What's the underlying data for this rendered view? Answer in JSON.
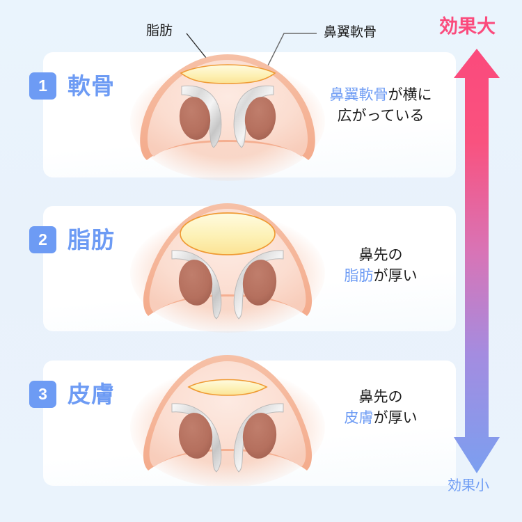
{
  "meta": {
    "background_color": "#eaf3fc",
    "card_color": "#ffffff",
    "accent_blue": "#6d9bf4",
    "accent_pink": "#fb4a7c"
  },
  "callouts": {
    "fat": "脂肪",
    "cartilage": "鼻翼軟骨"
  },
  "arrow": {
    "top_label": "効果大",
    "bottom_label": "効果小",
    "top_color": "#fb4a7c",
    "bottom_color": "#7b9ff0",
    "mid_color": "#b78be0"
  },
  "rows": [
    {
      "number": "1",
      "name": "軟骨",
      "desc_pre": "",
      "desc_highlight": "鼻翼軟骨",
      "desc_post_1": "が横に",
      "desc_post_2": "広がっている"
    },
    {
      "number": "2",
      "name": "脂肪",
      "desc_pre": "鼻先の",
      "desc_highlight": "脂肪",
      "desc_post_1": "が厚い",
      "desc_post_2": ""
    },
    {
      "number": "3",
      "name": "皮膚",
      "desc_pre": "鼻先の",
      "desc_highlight": "皮膚",
      "desc_post_1": "が厚い",
      "desc_post_2": ""
    }
  ],
  "illustration": {
    "skin_color": "#fbded2",
    "skin_edge_color": "#f4b79a",
    "fat_color": "#fdf0b8",
    "fat_edge_color": "#ef9a33",
    "cartilage_color": "#d8d8d8",
    "nostril_color": "#b9705f"
  }
}
